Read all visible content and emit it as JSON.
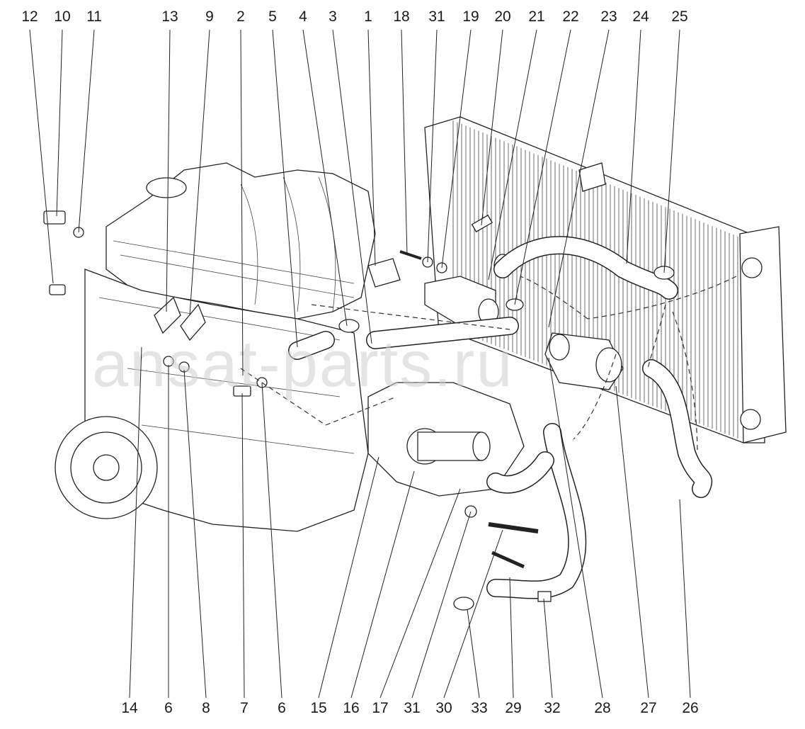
{
  "diagram": {
    "title": "Engine cooling system exploded view",
    "labels_top": [
      "12",
      "10",
      "11",
      "13",
      "9",
      "2",
      "5",
      "4",
      "3",
      "1",
      "18",
      "31",
      "19",
      "20",
      "21",
      "22",
      "23",
      "24",
      "25"
    ],
    "labels_bottom": [
      "14",
      "6",
      "8",
      "7",
      "6",
      "15",
      "16",
      "17",
      "31",
      "30",
      "33",
      "29",
      "32",
      "28",
      "27",
      "26"
    ],
    "watermark": "ansat-parts.ru"
  }
}
